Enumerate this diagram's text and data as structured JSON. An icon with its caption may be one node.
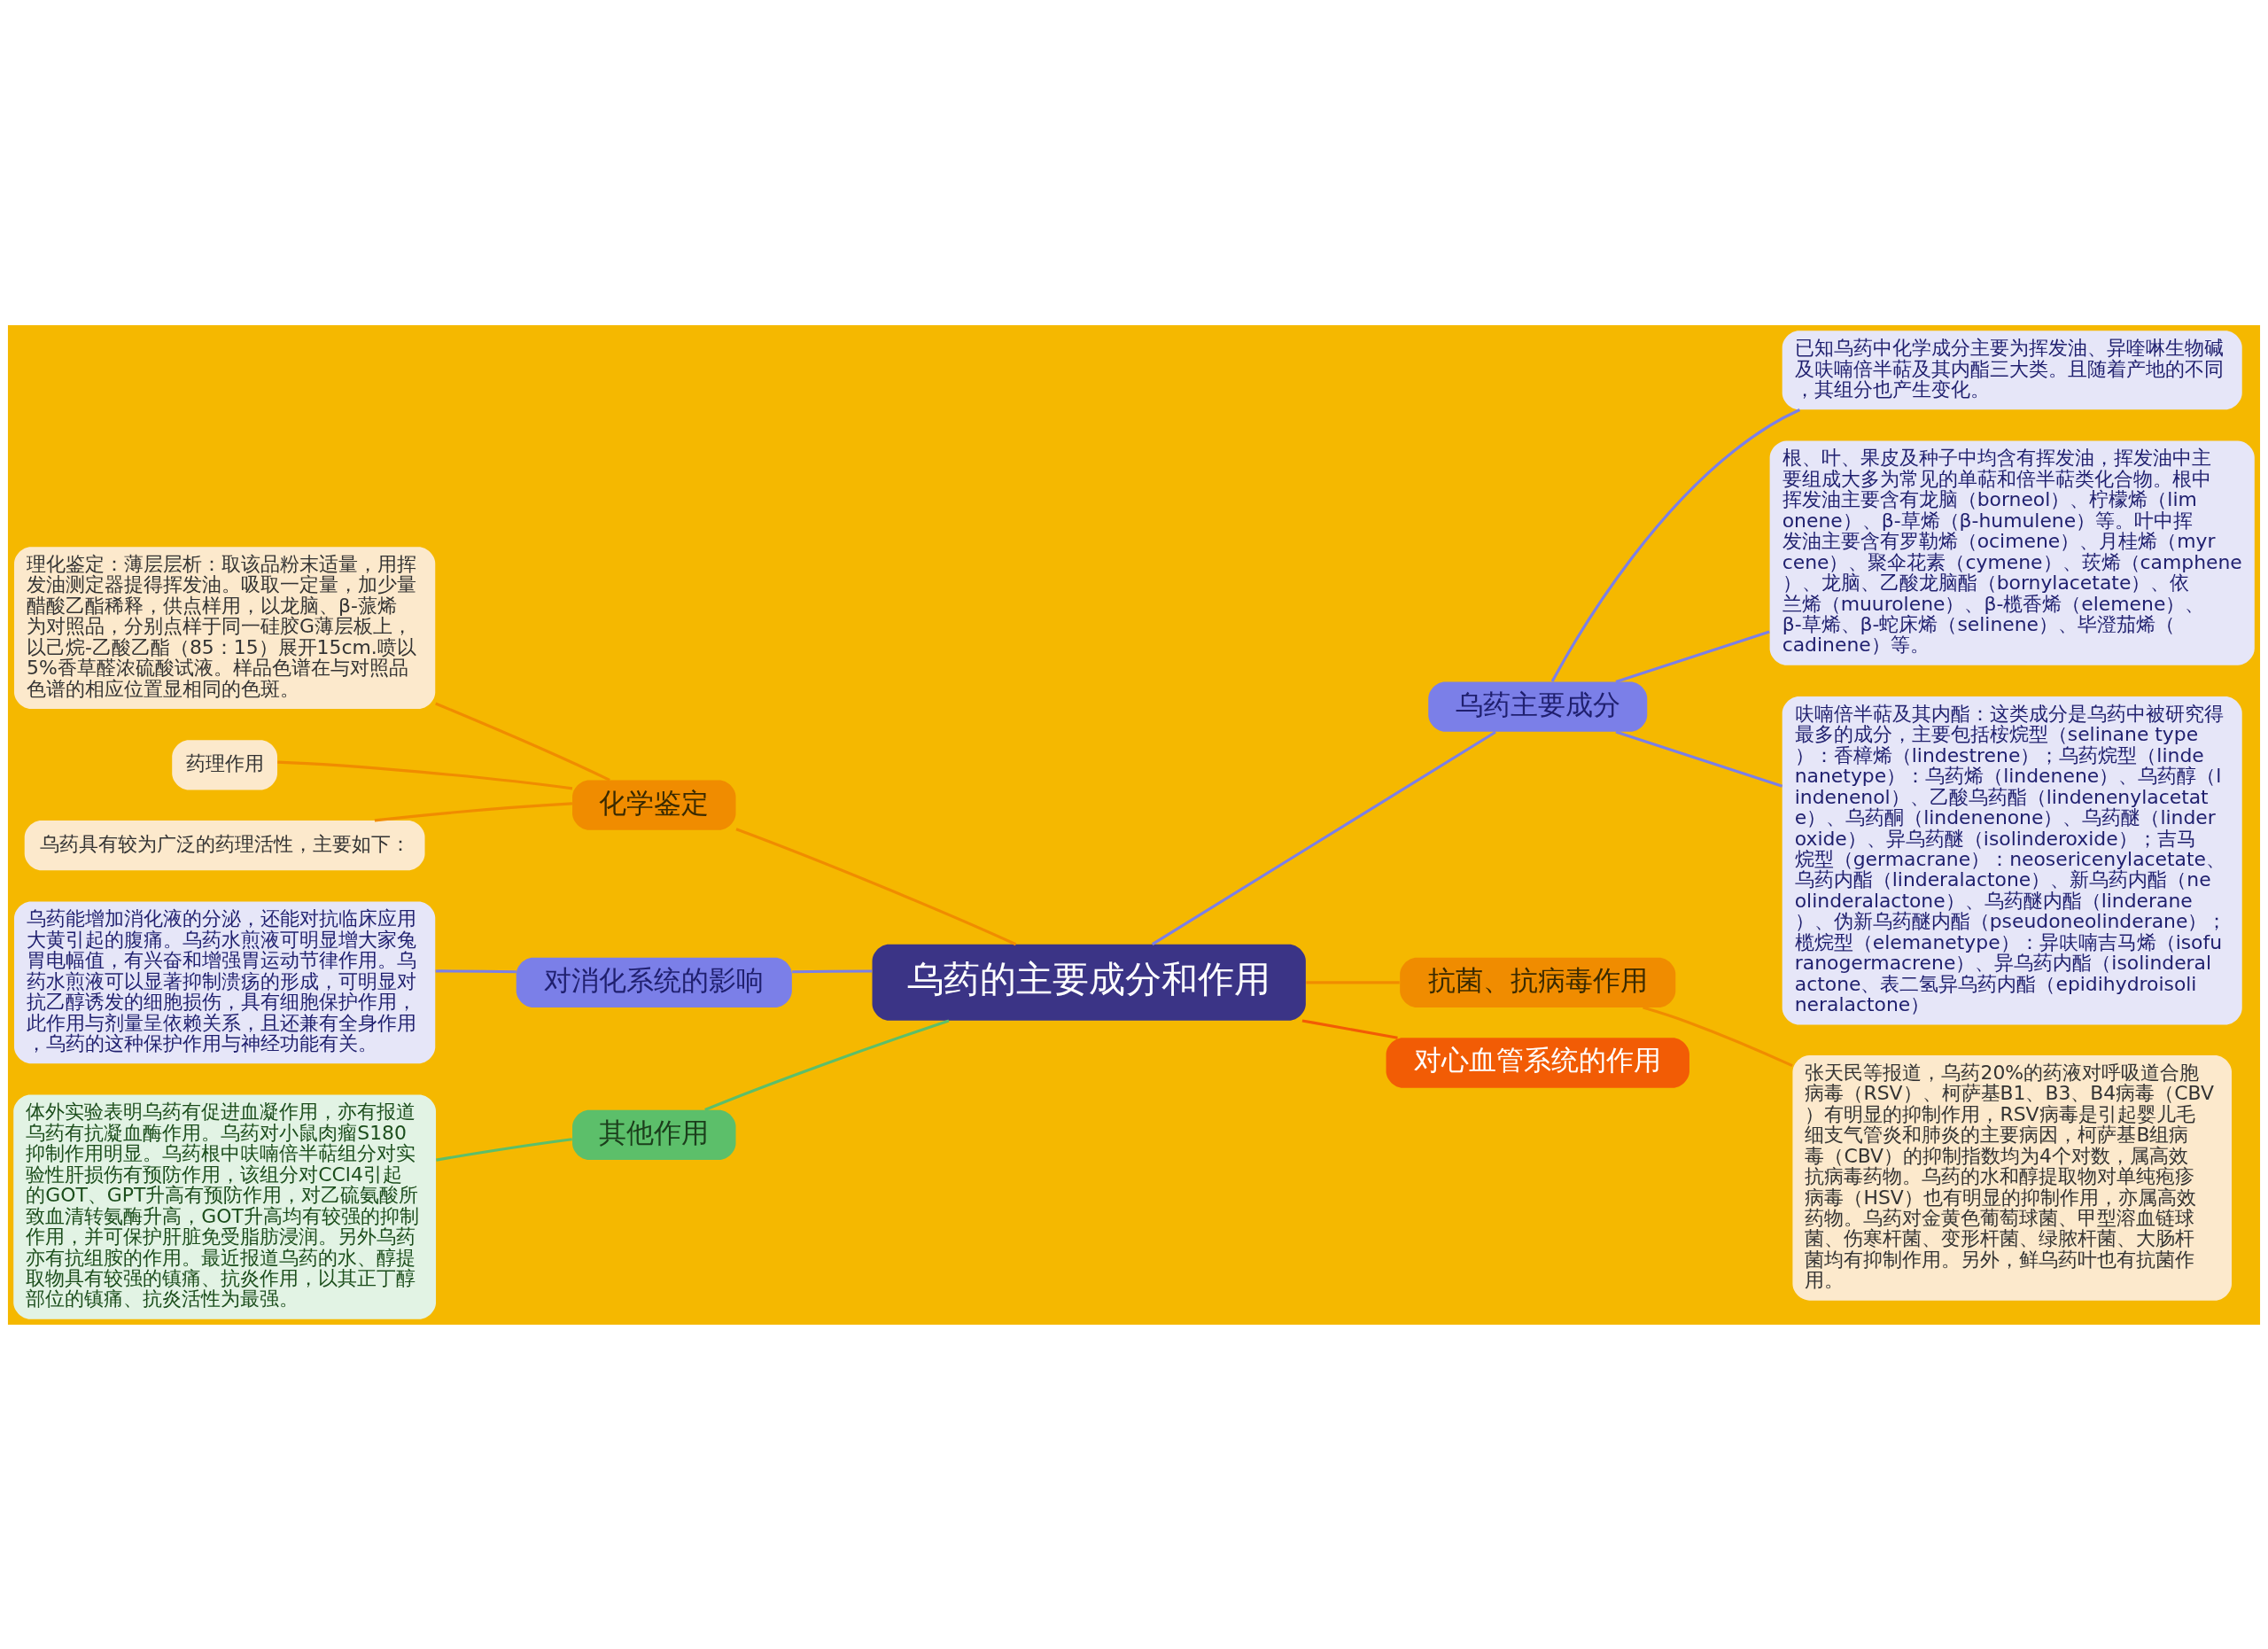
{
  "diagram": {
    "nodes": [
      {
        "text": [
          "乌药的主要成分和作用"
        ]
      },
      {
        "text": [
          "乌药主要成分"
        ]
      },
      {
        "text": [
          "已知乌药中化学成分主要为挥发油、异喹啉生物碱及呋喃倍半萜及其内酯三大类。且随着产地的不同，其组分也产生变化。"
        ]
      },
      {
        "text": [
          "根、叶、果皮及种子中均含有挥发油，挥发油中主要组成大多为常见的单萜和倍半萜类化合物。根中挥发油主要含有龙脑（borneol）、柠檬烯（limonene）、β-草烯（β-humulene）等。叶中挥发油主要含有罗勒烯（ocimene）、月桂烯（myrcene）、聚伞花素（cymene）、莰烯（camphene）、龙脑、乙酸龙脑酯（bornylacetate）、依兰烯（muurolene）、β-榄香烯（elemene）、β-草烯、β-蛇床烯（selinene）、毕澄茄烯（cadinene）等。"
        ]
      },
      {
        "text": [
          "呋喃倍半萜及其内酯：这类成分是乌药中被研究得最多的成分，主要包括桉烷型（selinane type）：香樟烯（lindestrene）；乌药烷型（lindenanetype）：乌药烯（lindenene）、乌药醇（lindenenol）、乙酸乌药酯（lindenenylacetate）、乌药酮（lindenenone）、乌药醚（linderoxide）、异乌药醚（isolinderoxide）；吉马烷型（germacrane）：neosericenylacetate、乌药内酯（linderalactone）、新乌药内酯（neolinderalactone）、乌药醚内酯（linderane）、伪新乌药醚内酯（pseudoneolinderane）；榄烷型（elemanetype）：异呋喃吉马烯（isofuranogermacrene）、异乌药内酯（isolinderalactone、表二氢异乌药内酯（epidihydroisolineralactone）"
        ]
      },
      {
        "text": [
          "化学鉴定"
        ]
      },
      {
        "text": [
          "理化鉴定：薄层层析：取该品粉末适量，用挥发油测定器提得挥发油。吸取一定量，加少量醋酸乙酯稀释，供点样用，以龙脑、β-蒎烯为对照品，分别点样于同一硅胶G薄层板上，以己烷-乙酸乙酯（85：15）展开15cm.喷以5%香草醛浓硫酸试液。样品色谱在与对照品色谱的相应位置显相同的色斑。"
        ]
      },
      {
        "text": [
          "药理作用"
        ]
      },
      {
        "text": [
          "乌药具有较为广泛的药理活性，主要如下："
        ]
      },
      {
        "text": [
          "对消化系统的影响"
        ]
      },
      {
        "text": [
          "乌药能增加消化液的分泌，还能对抗临床应用大黄引起的腹痛。乌药水煎液可明显增大家兔胃电幅值，有兴奋和增强胃运动节律作用。乌药水煎液可以显著抑制溃疡的形成，可明显对抗乙醇诱发的细胞损伤，具有细胞保护作用，此作用与剂量呈依赖关系，且还兼有全身作用，乌药的这种保护作用与神经功能有关。"
        ]
      },
      {
        "text": [
          "其他作用"
        ]
      },
      {
        "text": [
          "体外实验表明乌药有促进血凝作用，亦有报道乌药有抗凝血酶作用。乌药对小鼠肉瘤S180抑制作用明显。乌药根中呋喃倍半萜组分对实验性肝损伤有预防作用，该组分对CCl4引起的GOT、GPT升高有预防作用，对乙硫氨酸所致血清转氨酶升高，GOT升高均有较强的抑制作用，并可保护肝脏免受脂肪浸润。另外乌药亦有抗组胺的作用。最近报道乌药的水、醇提取物具有较强的镇痛、抗炎作用，以其正丁醇部位的镇痛、抗炎活性为最强。"
        ]
      },
      {
        "text": [
          "抗菌、抗病毒作用"
        ]
      },
      {
        "text": [
          "张天民等报道，乌药20%的药液对呼吸道合胞病毒（RSV）、柯萨基B1、B3、B4病毒（CBV）有明显的抑制作用，RSV病毒是引起婴儿毛细支气管炎和肺炎的主要病因，柯萨基B组病毒（CBV）的抑制指数均为4个对数，属高效抗病毒药物。乌药的水和醇提取物对单纯疱疹病毒（HSV）也有明显的抑制作用，亦属高效药物。乌药对金黄色葡萄球菌、甲型溶血链球菌、伤寒杆菌、变形杆菌、绿脓杆菌、大肠杆菌均有抑制作用。另外，鲜乌药叶也有抗菌作用。"
        ]
      },
      {
        "text": [
          "对心血管系统的作用"
        ]
      }
    ],
    "edges": [
      {
        "from": 0,
        "to": 1,
        "arrow": "none",
        "color": "#7b7fe8"
      },
      {
        "from": 1,
        "to": 2,
        "arrow": "none",
        "color": "#7b7fe8"
      },
      {
        "from": 1,
        "to": 3,
        "arrow": "none",
        "color": "#7b7fe8"
      },
      {
        "from": 1,
        "to": 4,
        "arrow": "none",
        "color": "#7b7fe8"
      },
      {
        "from": 0,
        "to": 5,
        "arrow": "none",
        "color": "#f08c00"
      },
      {
        "from": 5,
        "to": 6,
        "arrow": "none",
        "color": "#f08c00"
      },
      {
        "from": 5,
        "to": 7,
        "arrow": "none",
        "color": "#f08c00"
      },
      {
        "from": 5,
        "to": 8,
        "arrow": "none",
        "color": "#f08c00"
      },
      {
        "from": 0,
        "to": 9,
        "arrow": "none",
        "color": "#7b7fe8"
      },
      {
        "from": 9,
        "to": 10,
        "arrow": "none",
        "color": "#7b7fe8"
      },
      {
        "from": 0,
        "to": 11,
        "arrow": "none",
        "color": "#5cbf6a"
      },
      {
        "from": 11,
        "to": 12,
        "arrow": "none",
        "color": "#5cbf6a"
      },
      {
        "from": 0,
        "to": 13,
        "arrow": "none",
        "color": "#f08c00"
      },
      {
        "from": 13,
        "to": 14,
        "arrow": "none",
        "color": "#f08c00"
      },
      {
        "from": 0,
        "to": 15,
        "arrow": "none",
        "color": "#f25c05"
      }
    ]
  }
}
